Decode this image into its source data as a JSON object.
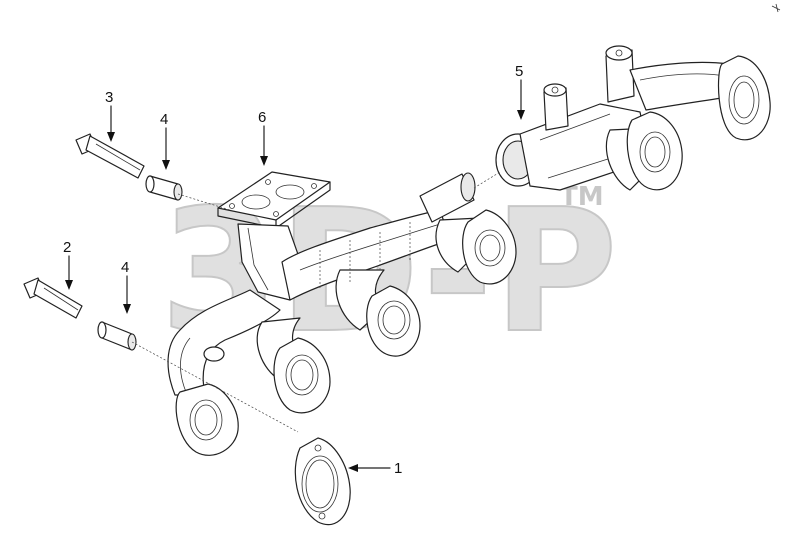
{
  "diagram": {
    "callouts": [
      {
        "id": "c1",
        "label": "1"
      },
      {
        "id": "c2",
        "label": "2"
      },
      {
        "id": "c3",
        "label": "3"
      },
      {
        "id": "c4a",
        "label": "4"
      },
      {
        "id": "c4b",
        "label": "4"
      },
      {
        "id": "c5",
        "label": "5"
      },
      {
        "id": "c6",
        "label": "6"
      }
    ],
    "watermark": {
      "text": "3D-P",
      "trademark": "TM",
      "color": "#bfbfbf"
    }
  },
  "colors": {
    "line": "#222222",
    "background": "#ffffff"
  }
}
